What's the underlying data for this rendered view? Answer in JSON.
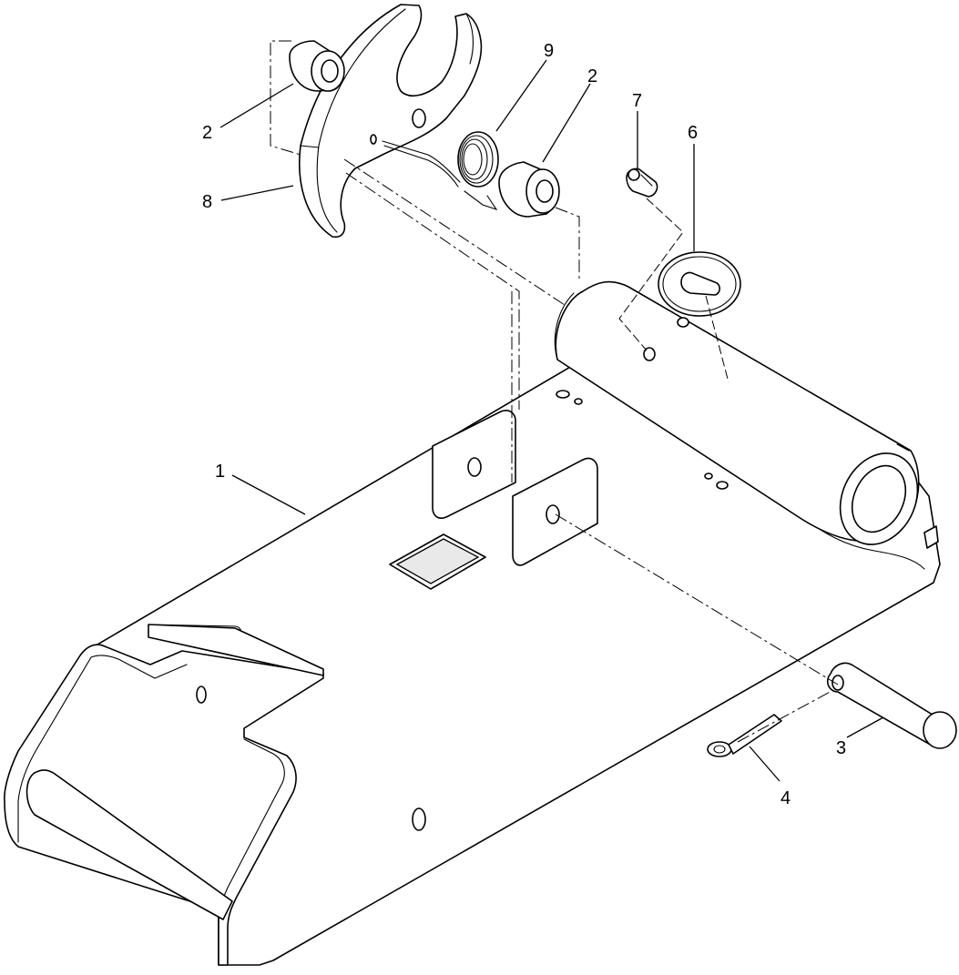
{
  "diagram": {
    "callouts": [
      {
        "id": "c1",
        "label": "1"
      },
      {
        "id": "c2a",
        "label": "2"
      },
      {
        "id": "c2b",
        "label": "2"
      },
      {
        "id": "c3",
        "label": "3"
      },
      {
        "id": "c4",
        "label": "4"
      },
      {
        "id": "c6",
        "label": "6"
      },
      {
        "id": "c7",
        "label": "7"
      },
      {
        "id": "c8",
        "label": "8"
      },
      {
        "id": "c9",
        "label": "9"
      }
    ]
  }
}
